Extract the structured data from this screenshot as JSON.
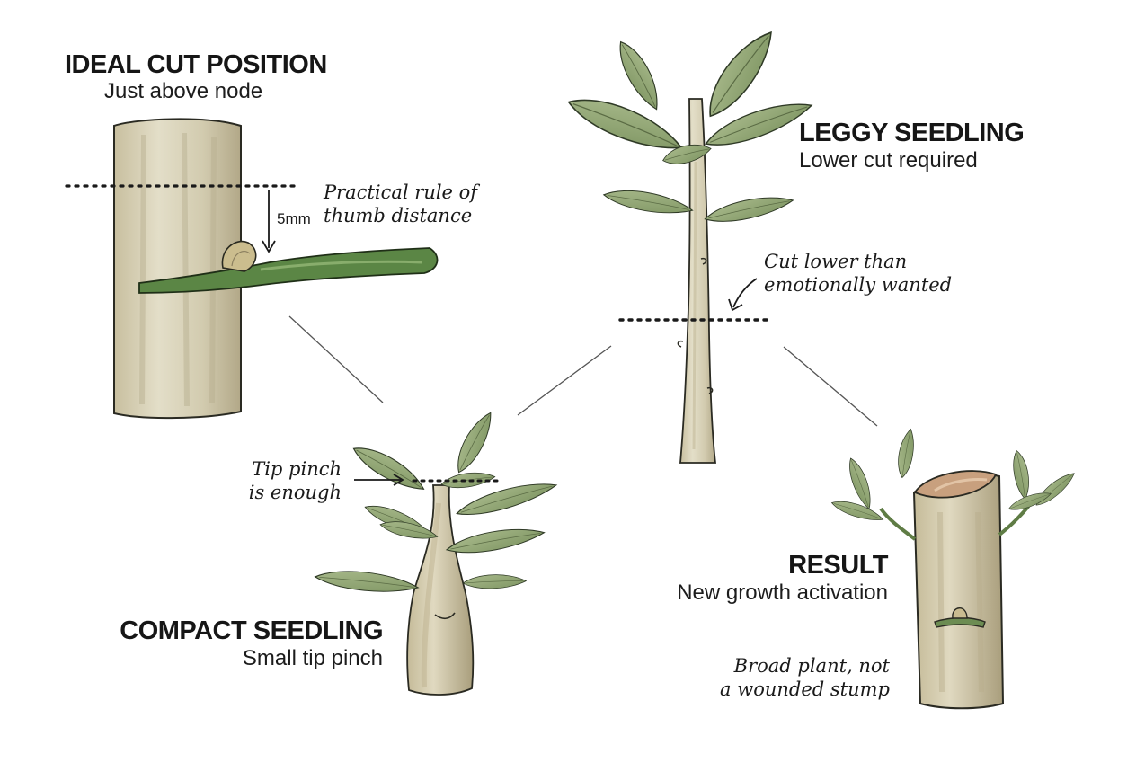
{
  "ideal": {
    "title": "IDEAL CUT POSITION",
    "subtitle": "Just above node",
    "measure": "5mm",
    "note_line1": "Practical rule of",
    "note_line2": "thumb distance"
  },
  "leggy": {
    "title": "LEGGY SEEDLING",
    "subtitle": "Lower cut required",
    "note_line1": "Cut lower than",
    "note_line2": "emotionally wanted"
  },
  "compact": {
    "title": "COMPACT SEEDLING",
    "subtitle": "Small tip pinch",
    "note_line1": "Tip pinch",
    "note_line2": "is enough"
  },
  "result": {
    "title": "RESULT",
    "subtitle": "New growth activation",
    "note_line1": "Broad plant, not",
    "note_line2": "a wounded stump"
  },
  "colors": {
    "stem": "#d9d4bd",
    "stem_shadow": "#b3a98a",
    "leaf": "#93a77a",
    "leaf_dark": "#5c7347",
    "branch": "#4f7a3c",
    "ink": "#1a1a1a"
  }
}
